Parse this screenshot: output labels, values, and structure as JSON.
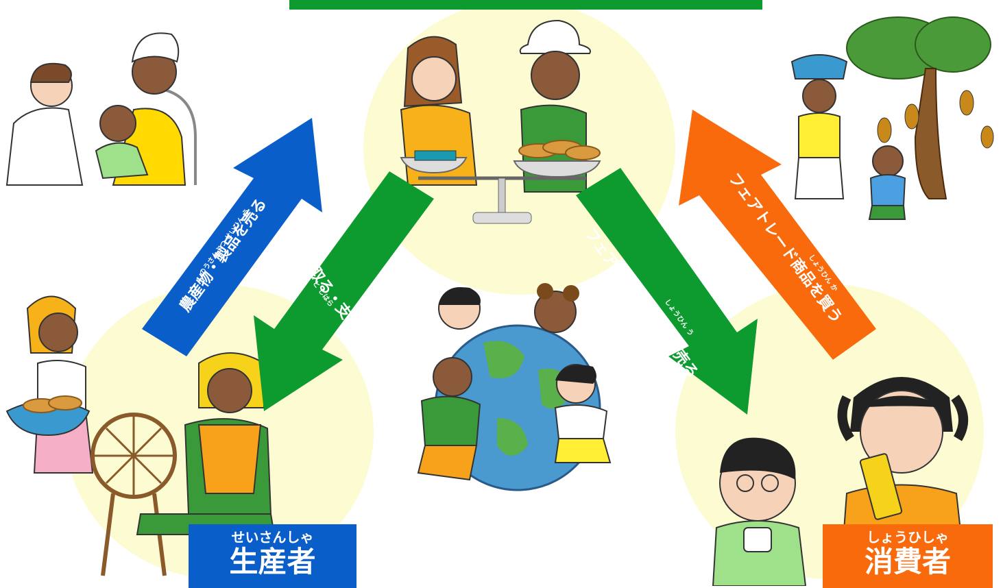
{
  "colors": {
    "green": "#0d9a2e",
    "blue": "#0a5ec9",
    "orange": "#f86a0b",
    "circle": "#fdfbd2"
  },
  "labels": {
    "producer_reading": "せいさんしゃ",
    "producer": "生産者",
    "consumer_reading": "しょうひしゃ",
    "consumer": "消費者"
  },
  "arrows": {
    "sell_products": "農産物・製品を売る",
    "sell_products_ruby": "のうさんぶつ  せいひん  う",
    "buy_pay": "買い取る・支払う",
    "buy_pay_ruby": "か   と   しはら",
    "sell_fairtrade": "フェアトレード商品を売る",
    "sell_fairtrade_ruby": "しょうひん   う",
    "buy_fairtrade": "フェアトレード商品を買う",
    "buy_fairtrade_ruby": "しょうひん   か"
  },
  "icons": {
    "clinic": "doctor-patient-scene",
    "trade": "trade-scale-scene",
    "harvest": "cacao-tree-children-scene",
    "producers": "spinning-wheel-producers-scene",
    "globe": "children-around-globe-scene",
    "consumers": "children-eating-chocolate-scene"
  }
}
